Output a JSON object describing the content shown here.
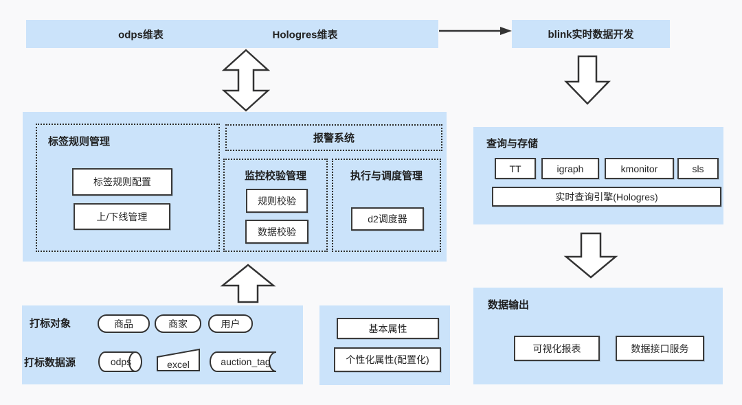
{
  "colors": {
    "panel_blue": "#cbe3fa",
    "background": "#f9f9fa",
    "line_dark": "#333333"
  },
  "top_bars": {
    "dim_tables": [
      "odps维表",
      "Hologres维表"
    ],
    "blink": "blink实时数据开发"
  },
  "rule_platform": {
    "tag_rule": {
      "title": "标签规则管理",
      "items": [
        "标签规则配置",
        "上/下线管理"
      ]
    },
    "alert": {
      "title": "报警系统"
    },
    "monitor": {
      "title": "监控校验管理",
      "items": [
        "规则校验",
        "数据校验"
      ]
    },
    "schedule": {
      "title": "执行与调度管理",
      "items": [
        "d2调度器"
      ]
    }
  },
  "tagging": {
    "objects_label": "打标对象",
    "objects": [
      "商品",
      "商家",
      "用户"
    ],
    "sources_label": "打标数据源",
    "sources": [
      "odps",
      "excel",
      "auction_tag"
    ]
  },
  "attributes": {
    "items": [
      "基本属性",
      "个性化属性(配置化)"
    ]
  },
  "query_storage": {
    "title": "查询与存储",
    "stores": [
      "TT",
      "igraph",
      "kmonitor",
      "sls"
    ],
    "engine": "实时查询引擎(Hologres)"
  },
  "data_output": {
    "title": "数据输出",
    "items": [
      "可视化报表",
      "数据接口服务"
    ]
  }
}
